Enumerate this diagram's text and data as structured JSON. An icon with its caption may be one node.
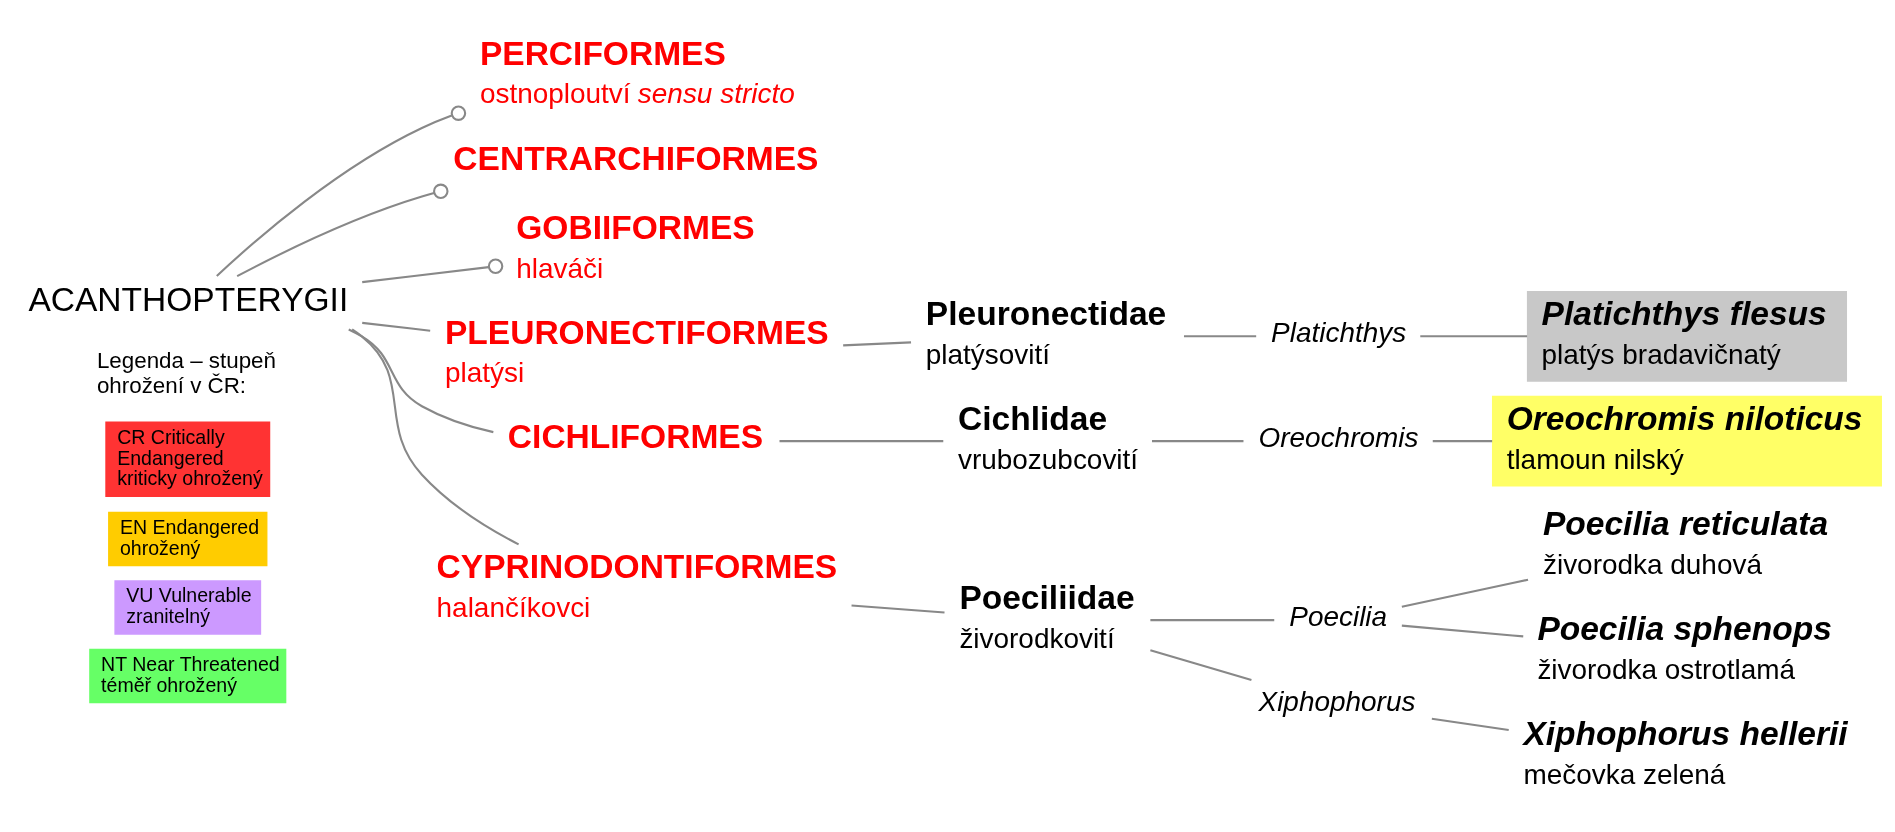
{
  "diagram": {
    "nodes": [
      {
        "text": [
          "ACANTHOPTERYGII"
        ]
      },
      {
        "text": [
          "PERCIFORMES",
          "ostnoploutví *sensu stricto*"
        ]
      },
      {
        "text": [
          "CENTRARCHIFORMES"
        ]
      },
      {
        "text": [
          "GOBIIFORMES",
          "hlaváči"
        ]
      },
      {
        "text": [
          "PLEURONECTIFORMES",
          "platýsi"
        ]
      },
      {
        "text": [
          "Pleuronectidae",
          "platýsovití"
        ]
      },
      {
        "text": [
          "Platichthys"
        ]
      },
      {
        "text": [
          "Platichthys flesus",
          "platýs bradavičnatý"
        ]
      },
      {
        "text": [
          "CICHLIFORMES"
        ]
      },
      {
        "text": [
          "Cichlidae",
          "vrubozubcovití"
        ]
      },
      {
        "text": [
          "Oreochromis"
        ]
      },
      {
        "text": [
          "Oreochromis niloticus",
          "tlamoun nilský"
        ]
      },
      {
        "text": [
          "CYPRINODONTIFORMES",
          "halančíkovci"
        ]
      },
      {
        "text": [
          "Poeciliidae",
          "živorodkovití"
        ]
      },
      {
        "text": [
          "Poecilia"
        ]
      },
      {
        "text": [
          "Poecilia reticulata",
          "živorodka duhová"
        ]
      },
      {
        "text": [
          "Poecilia sphenops",
          "živorodka ostrotlamá"
        ]
      },
      {
        "text": [
          "Xiphophorus"
        ]
      },
      {
        "text": [
          "Xiphophorus hellerii",
          "mečovka zelená"
        ]
      }
    ],
    "edges": [
      {
        "from": 0,
        "to": 1,
        "arrow": "other"
      },
      {
        "from": 0,
        "to": 2,
        "arrow": "other"
      },
      {
        "from": 0,
        "to": 3,
        "arrow": "other"
      },
      {
        "from": 0,
        "to": 4,
        "arrow": "none"
      },
      {
        "from": 4,
        "to": 5,
        "arrow": "none"
      },
      {
        "from": 5,
        "to": 6,
        "arrow": "none"
      },
      {
        "from": 6,
        "to": 7,
        "arrow": "none"
      },
      {
        "from": 0,
        "to": 8,
        "arrow": "none"
      },
      {
        "from": 8,
        "to": 9,
        "arrow": "none"
      },
      {
        "from": 9,
        "to": 10,
        "arrow": "none"
      },
      {
        "from": 10,
        "to": 11,
        "arrow": "none"
      },
      {
        "from": 0,
        "to": 12,
        "arrow": "none"
      },
      {
        "from": 12,
        "to": 13,
        "arrow": "none"
      },
      {
        "from": 13,
        "to": 14,
        "arrow": "none"
      },
      {
        "from": 14,
        "to": 15,
        "arrow": "none"
      },
      {
        "from": 14,
        "to": 16,
        "arrow": "none"
      },
      {
        "from": 13,
        "to": 17,
        "arrow": "none"
      },
      {
        "from": 17,
        "to": 18,
        "arrow": "none"
      }
    ],
    "labels": [
      "Legenda – stupeň ohrožení v ČR:"
    ],
    "legend": [
      {
        "text": "CR Critically Endangered kriticky ohrožený",
        "color": "#ff3333"
      },
      {
        "text": "EN Endangered ohrožený",
        "color": "#ffcc00"
      },
      {
        "text": "VU Vulnerable zranitelný",
        "color": "#cc99ff"
      },
      {
        "text": "NT Near Threatened téměř ohrožený",
        "color": "#66ff66"
      }
    ]
  }
}
